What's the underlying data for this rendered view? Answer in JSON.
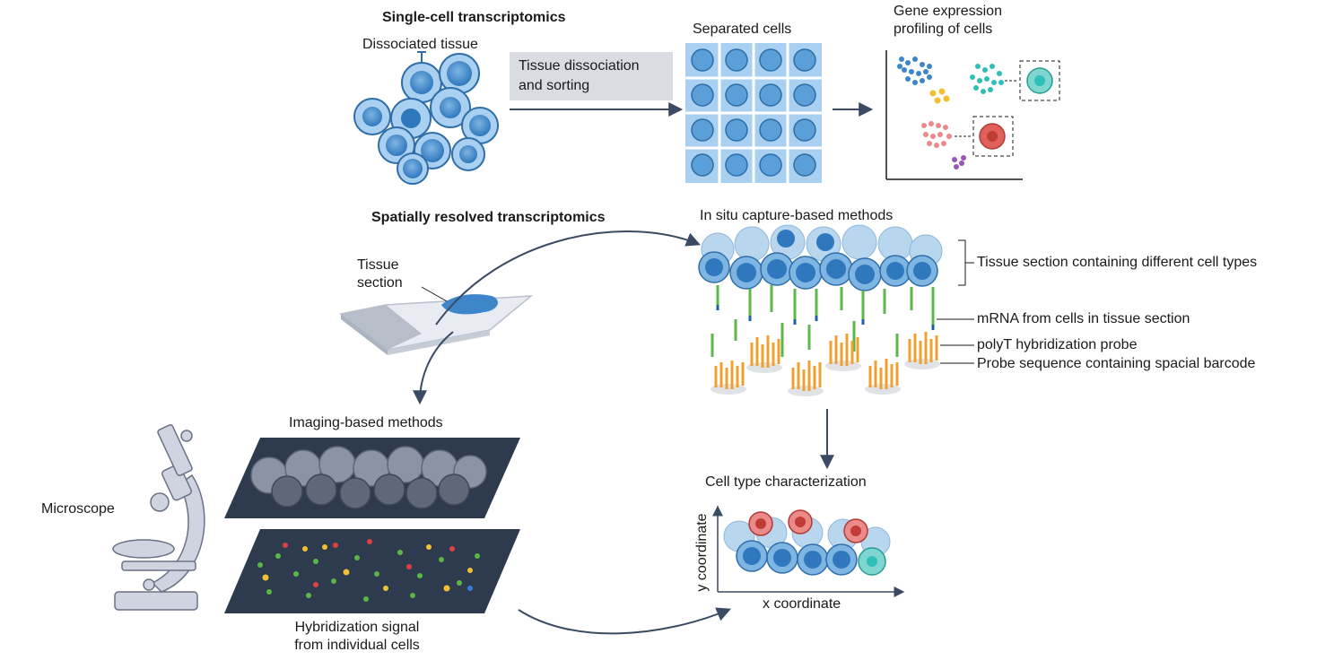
{
  "colors": {
    "cell_light": "#8fc1e8",
    "cell_mid": "#3d86c9",
    "cell_dark": "#1f5f9f",
    "arrow": "#3a4a63",
    "slide_dark": "#2e3a4e",
    "green_probe": "#58b848",
    "orange_barcode": "#f0a030",
    "red_cell": "#e0605a",
    "teal_cell": "#2ebfb8"
  },
  "single_cell": {
    "heading": "Single-cell transcriptomics",
    "dissociated": "Dissociated tissue",
    "step_label_1": "Tissue dissociation",
    "step_label_2": "and sorting",
    "separated": "Separated cells",
    "profiling_1": "Gene expression",
    "profiling_2": "profiling of cells"
  },
  "spatial": {
    "heading": "Spatially resolved transcriptomics",
    "tissue_section_1": "Tissue",
    "tissue_section_2": "section",
    "in_situ": "In situ capture-based methods",
    "annot_tissue": "Tissue section containing different cell types",
    "annot_mrna": "mRNA from cells in tissue section",
    "annot_polyt": "polyT hybridization probe",
    "annot_probe": "Probe sequence containing spacial barcode",
    "imaging": "Imaging-based methods",
    "microscope": "Microscope",
    "hyb_1": "Hybridization signal",
    "hyb_2": "from individual cells",
    "cell_type": "Cell type characterization",
    "y_axis": "y coordinate",
    "x_axis": "x coordinate"
  }
}
